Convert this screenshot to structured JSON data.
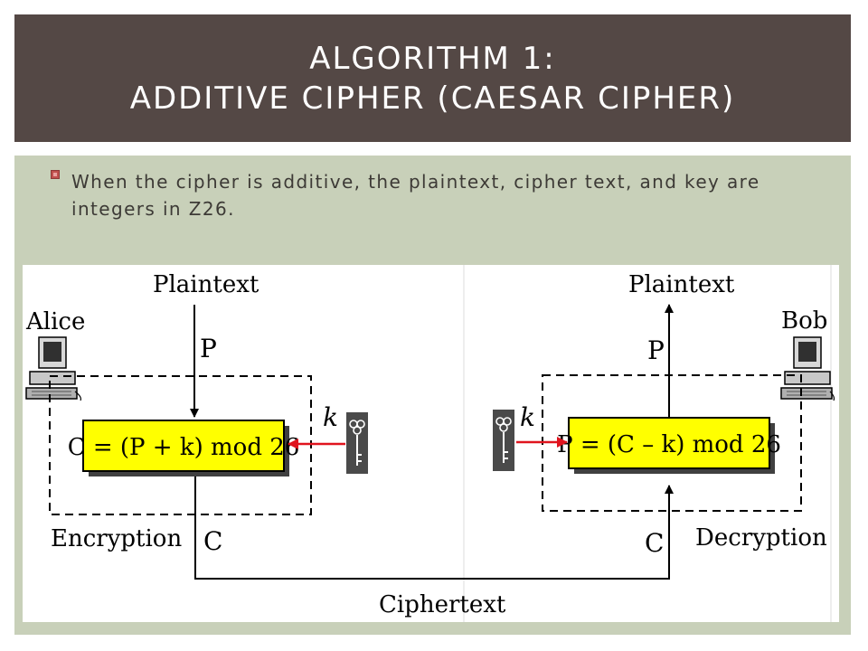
{
  "slide": {
    "title_line1": "ALGORITHM 1:",
    "title_line2": "ADDITIVE CIPHER (CAESAR CIPHER)",
    "bullet_text": "When the cipher is additive, the plaintext, cipher text, and key are integers in Z26."
  },
  "diagram": {
    "alice_label": "Alice",
    "bob_label": "Bob",
    "plaintext_left": "Plaintext",
    "plaintext_right": "Plaintext",
    "p_left": "P",
    "p_right": "P",
    "k_left": "k",
    "k_right": "k",
    "encrypt_formula": "C = (P + k) mod 26",
    "decrypt_formula": "P = (C – k) mod 26",
    "encryption_label": "Encryption",
    "decryption_label": "Decryption",
    "c_left": "C",
    "c_right": "C",
    "ciphertext_label": "Ciphertext",
    "colors": {
      "header_bg": "#544845",
      "content_bg": "#c8d0b9",
      "formula_box": "#ffff00",
      "key_arrow": "#e0141e",
      "bullet": "#c0504d"
    }
  }
}
